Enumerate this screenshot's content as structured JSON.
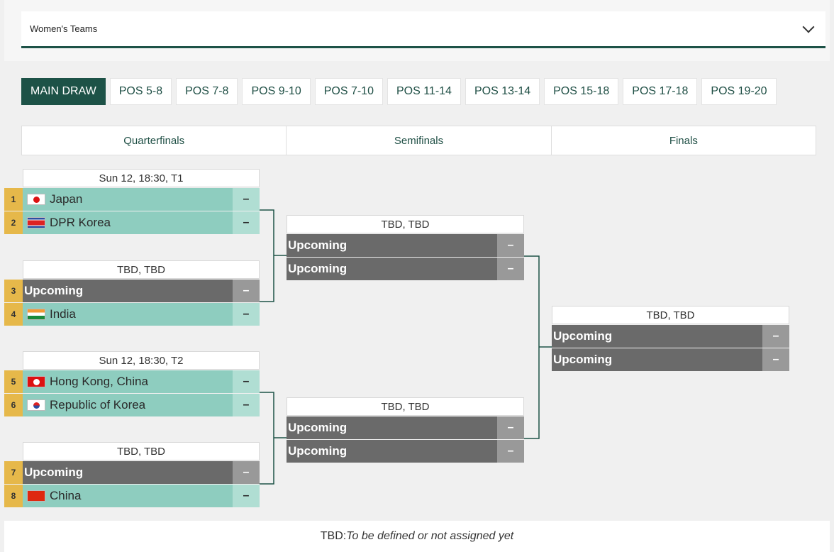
{
  "dropdown": {
    "label": "Women's Teams"
  },
  "tabs": [
    "MAIN DRAW",
    "POS 5-8",
    "POS 7-8",
    "POS 9-10",
    "POS 7-10",
    "POS 11-14",
    "POS 13-14",
    "POS 15-18",
    "POS 17-18",
    "POS 19-20"
  ],
  "rounds": [
    "Quarterfinals",
    "Semifinals",
    "Finals"
  ],
  "quarterfinals": [
    {
      "header": "Sun 12, 18:30, T1",
      "rows": [
        {
          "seed": "1",
          "team": "Japan",
          "score": "–",
          "flag": "japan-flag-icon"
        },
        {
          "seed": "2",
          "team": "DPR Korea",
          "score": "–",
          "flag": "dpr-korea-flag-icon"
        }
      ]
    },
    {
      "header": "TBD, TBD",
      "rows": [
        {
          "seed": "3",
          "team": "Upcoming",
          "score": "–"
        },
        {
          "seed": "4",
          "team": "India",
          "score": "–",
          "flag": "india-flag-icon"
        }
      ]
    },
    {
      "header": "Sun 12, 18:30, T2",
      "rows": [
        {
          "seed": "5",
          "team": "Hong Kong, China",
          "score": "–",
          "flag": "hong-kong-flag-icon"
        },
        {
          "seed": "6",
          "team": "Republic of Korea",
          "score": "–",
          "flag": "korea-flag-icon"
        }
      ]
    },
    {
      "header": "TBD, TBD",
      "rows": [
        {
          "seed": "7",
          "team": "Upcoming",
          "score": "–"
        },
        {
          "seed": "8",
          "team": "China",
          "score": "–",
          "flag": "china-flag-icon"
        }
      ]
    }
  ],
  "semifinals": [
    {
      "header": "TBD, TBD",
      "rows": [
        {
          "team": "Upcoming",
          "score": "–"
        },
        {
          "team": "Upcoming",
          "score": "–"
        }
      ]
    },
    {
      "header": "TBD, TBD",
      "rows": [
        {
          "team": "Upcoming",
          "score": "–"
        },
        {
          "team": "Upcoming",
          "score": "–"
        }
      ]
    }
  ],
  "finals": [
    {
      "header": "TBD, TBD",
      "rows": [
        {
          "team": "Upcoming",
          "score": "–"
        },
        {
          "team": "Upcoming",
          "score": "–"
        }
      ]
    }
  ],
  "footer": {
    "prefix": "TBD:",
    "text": "To be defined or not assigned yet"
  },
  "colors": {
    "accent": "#1d5247",
    "known_row": "#8ecdbf",
    "tbd_row": "#6a6a6a",
    "seed": "#e6b84a"
  }
}
